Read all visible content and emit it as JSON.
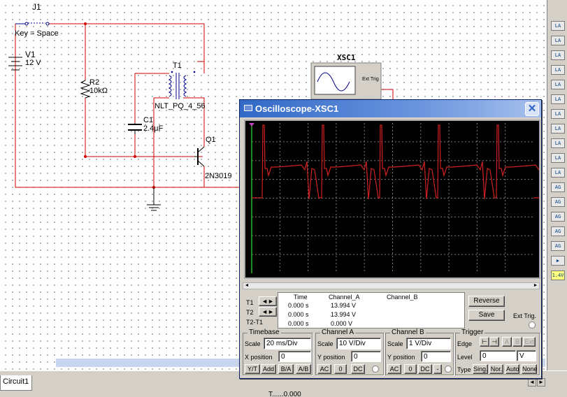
{
  "schematic": {
    "switch_ref": "J1",
    "switch_key": "Key = Space",
    "source_ref": "V1",
    "source_value": "12 V",
    "resistor_ref": "R2",
    "resistor_value": "10kΩ",
    "transformer_ref": "T1",
    "transformer_model": "NLT_PQ_4_56",
    "capacitor_ref": "C1",
    "capacitor_value": "2.4µF",
    "transistor_ref": "Q1",
    "transistor_model": "2N3019",
    "instrument_ref": "XSC1",
    "ext_trig_small": "Ext Trig"
  },
  "tabs": {
    "circuit": "Circuit1"
  },
  "status_text": "T......0.000",
  "oscilloscope": {
    "title": "Oscilloscope-XSC1",
    "close_glyph": "✕",
    "readout": {
      "headers": {
        "time": "Time",
        "cha": "Channel_A",
        "chb": "Channel_B"
      },
      "rows": [
        {
          "label": "T1",
          "time": "0.000 s",
          "cha": "13.994 V",
          "chb": ""
        },
        {
          "label": "T2",
          "time": "0.000 s",
          "cha": "13.994 V",
          "chb": ""
        },
        {
          "label": "T2-T1",
          "time": "0.000 s",
          "cha": "0.000 V",
          "chb": ""
        }
      ],
      "arrows": "◄►"
    },
    "buttons": {
      "reverse": "Reverse",
      "save": "Save",
      "ext_trig": "Ext Trig."
    },
    "timebase": {
      "title": "Timebase",
      "scale_label": "Scale",
      "scale_value": "20 ms/Div",
      "xpos_label": "X position",
      "xpos_value": "0",
      "modes": [
        "Y/T",
        "Add",
        "B/A",
        "A/B"
      ]
    },
    "channel_a": {
      "title": "Channel A",
      "scale_label": "Scale",
      "scale_value": "10  V/Div",
      "ypos_label": "Y position",
      "ypos_value": "0",
      "coupling": [
        "AC",
        "0",
        "DC"
      ]
    },
    "channel_b": {
      "title": "Channel B",
      "scale_label": "Scale",
      "scale_value": "1  V/Div",
      "ypos_label": "Y position",
      "ypos_value": "0",
      "coupling": [
        "AC",
        "0",
        "DC",
        "-"
      ]
    },
    "trigger": {
      "title": "Trigger",
      "edge_label": "Edge",
      "edge_buttons": [
        "A",
        "B",
        "Ext"
      ],
      "level_label": "Level",
      "level_value": "0",
      "level_unit": "V",
      "type_label": "Type",
      "types": [
        "Sing.",
        "Nor.",
        "Auto",
        "None"
      ]
    }
  },
  "rightbar_icons": [
    "LA",
    "LA",
    "LA",
    "LA",
    "LA",
    "LA",
    "LA",
    "LA",
    "LA",
    "LA",
    "LA",
    "AG",
    "AG",
    "AG",
    "AG",
    "AG",
    "▶",
    "1.4V"
  ],
  "colors": {
    "wire": "#d00000",
    "trace": "#d02020",
    "screen_bg": "#000000",
    "title_bar": "#3169c6"
  }
}
